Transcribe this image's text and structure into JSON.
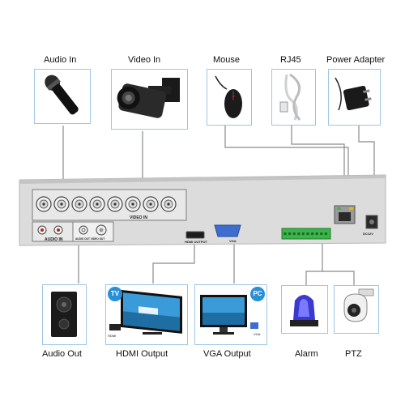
{
  "labels": {
    "audio_in": "Audio In",
    "video_in": "Video In",
    "mouse": "Mouse",
    "rj45": "RJ45",
    "power_adapter": "Power Adapter",
    "audio_out": "Audio Out",
    "hdmi_output": "HDMI Output",
    "vga_output": "VGA Output",
    "alarm": "Alarm",
    "ptz": "PTZ"
  },
  "panel": {
    "video_in": "VIDEO IN",
    "audio_in": "AUDIO IN",
    "hdmi_output": "HDMI OUTPUT",
    "vga": "VGA",
    "dc": "DC12V",
    "audio_out_markings": "AUDIO OUT  VIDEO OUT"
  },
  "badges": {
    "tv": "TV",
    "pc": "PC",
    "hdmi": "HDMI",
    "vga": "VGA"
  },
  "colors": {
    "line": "#8a8a8a",
    "box_border": "#9fc6e6",
    "panel": "#dcdcdc",
    "terminal_green": "#3bb54a",
    "badge_blue": "#2a8fd6"
  }
}
